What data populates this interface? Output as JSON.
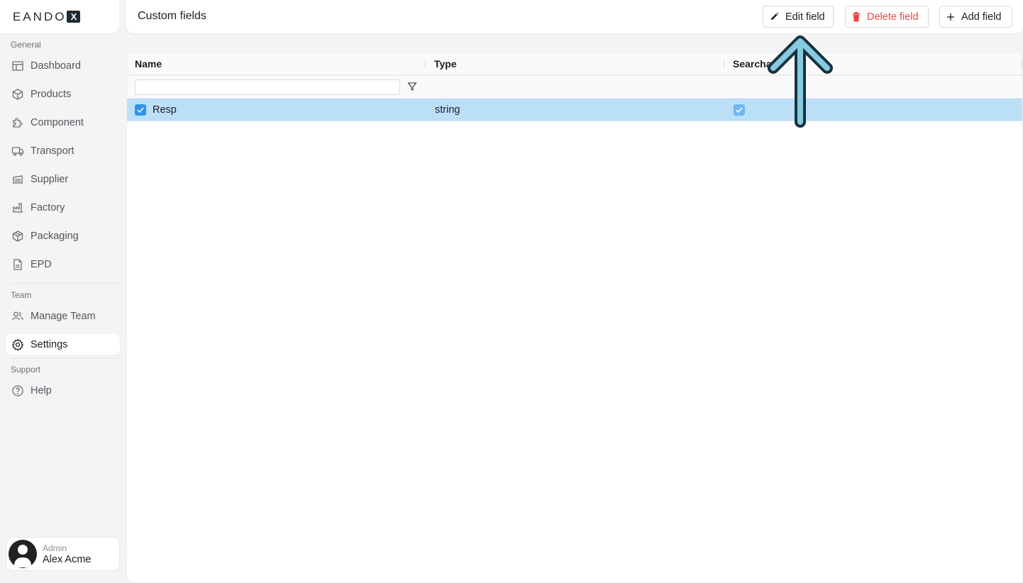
{
  "app": {
    "logo_text": "EANDO",
    "logo_mark": "X"
  },
  "sidebar": {
    "sections": [
      {
        "label": "General",
        "items": [
          {
            "label": "Dashboard",
            "icon": "dashboard-icon"
          },
          {
            "label": "Products",
            "icon": "cube-icon"
          },
          {
            "label": "Component",
            "icon": "puzzle-icon"
          },
          {
            "label": "Transport",
            "icon": "truck-icon"
          },
          {
            "label": "Supplier",
            "icon": "warehouse-icon"
          },
          {
            "label": "Factory",
            "icon": "factory-icon"
          },
          {
            "label": "Packaging",
            "icon": "package-icon"
          },
          {
            "label": "EPD",
            "icon": "document-icon"
          }
        ]
      },
      {
        "label": "Team",
        "items": [
          {
            "label": "Manage Team",
            "icon": "users-icon"
          },
          {
            "label": "Settings",
            "icon": "gear-icon",
            "active": true
          }
        ]
      },
      {
        "label": "Support",
        "items": [
          {
            "label": "Help",
            "icon": "help-icon"
          }
        ]
      }
    ],
    "user": {
      "role": "Admin",
      "name": "Alex Acme"
    }
  },
  "header": {
    "title": "Custom fields",
    "buttons": {
      "edit": "Edit field",
      "delete": "Delete field",
      "add": "Add field"
    },
    "colors": {
      "delete": "#ef4444"
    }
  },
  "table": {
    "columns": [
      "Name",
      "Type",
      "Searcha"
    ],
    "filter": {
      "name_value": "",
      "name_placeholder": ""
    },
    "rows": [
      {
        "selected": true,
        "name": "Resp",
        "type": "string",
        "searchable": true
      }
    ],
    "colors": {
      "selected_row": "#bcdff8",
      "checkbox": "#2f94ea"
    }
  },
  "annotation": {
    "type": "arrow-up",
    "color": "#86cadf"
  }
}
